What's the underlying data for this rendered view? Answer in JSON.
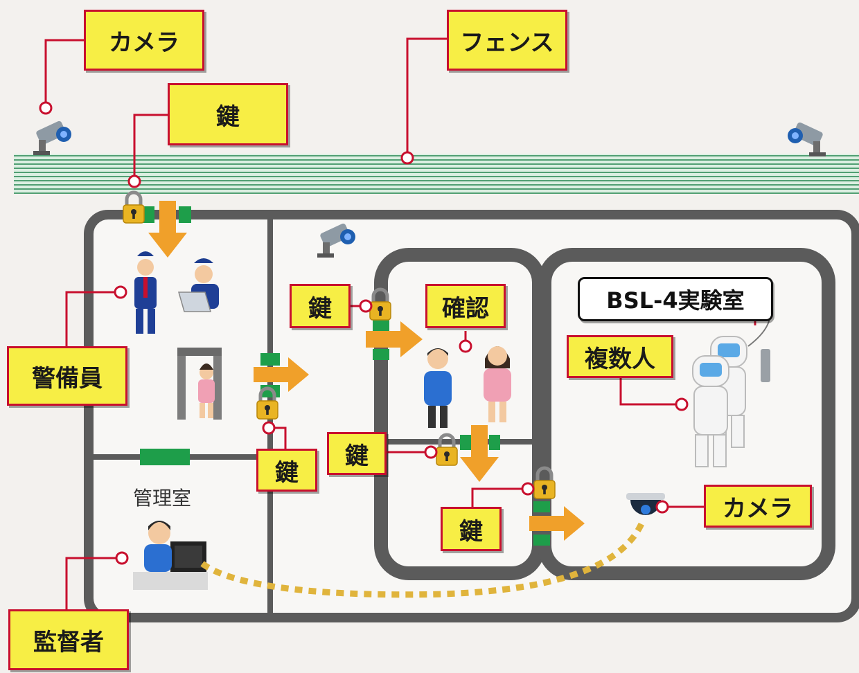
{
  "labels": {
    "camera_top": "カメラ",
    "fence": "フェンス",
    "key_gate": "鍵",
    "guard": "警備員",
    "key_entrance": "鍵",
    "key_lobby": "鍵",
    "confirm": "確認",
    "key_inner": "鍵",
    "key_lab": "鍵",
    "bsl4_lab": "BSL-4実験室",
    "multiple_people": "複数人",
    "camera_lab": "カメラ",
    "supervisor": "監督者",
    "control_room": "管理室"
  },
  "icons": {
    "padlock": "padlock-icon",
    "arrow": "arrow-icon",
    "camera": "security-camera-icon",
    "dome_camera": "dome-camera-icon",
    "guard_person": "guard-person-icon",
    "metal_detector": "metal-detector-icon",
    "person": "person-icon",
    "hazmat_suit": "hazmat-suit-icon",
    "monitor": "computer-monitor-icon"
  },
  "colors": {
    "label_fill": "#f7ee45",
    "label_border": "#c8102e",
    "callout_line": "#c8102e",
    "wall": "#5b5b5b",
    "door": "#1e9e4a",
    "arrow": "#f0a02a",
    "padlock": "#e9b423",
    "fence": "#2e8b57",
    "cctv_link": "#e0b43c"
  }
}
